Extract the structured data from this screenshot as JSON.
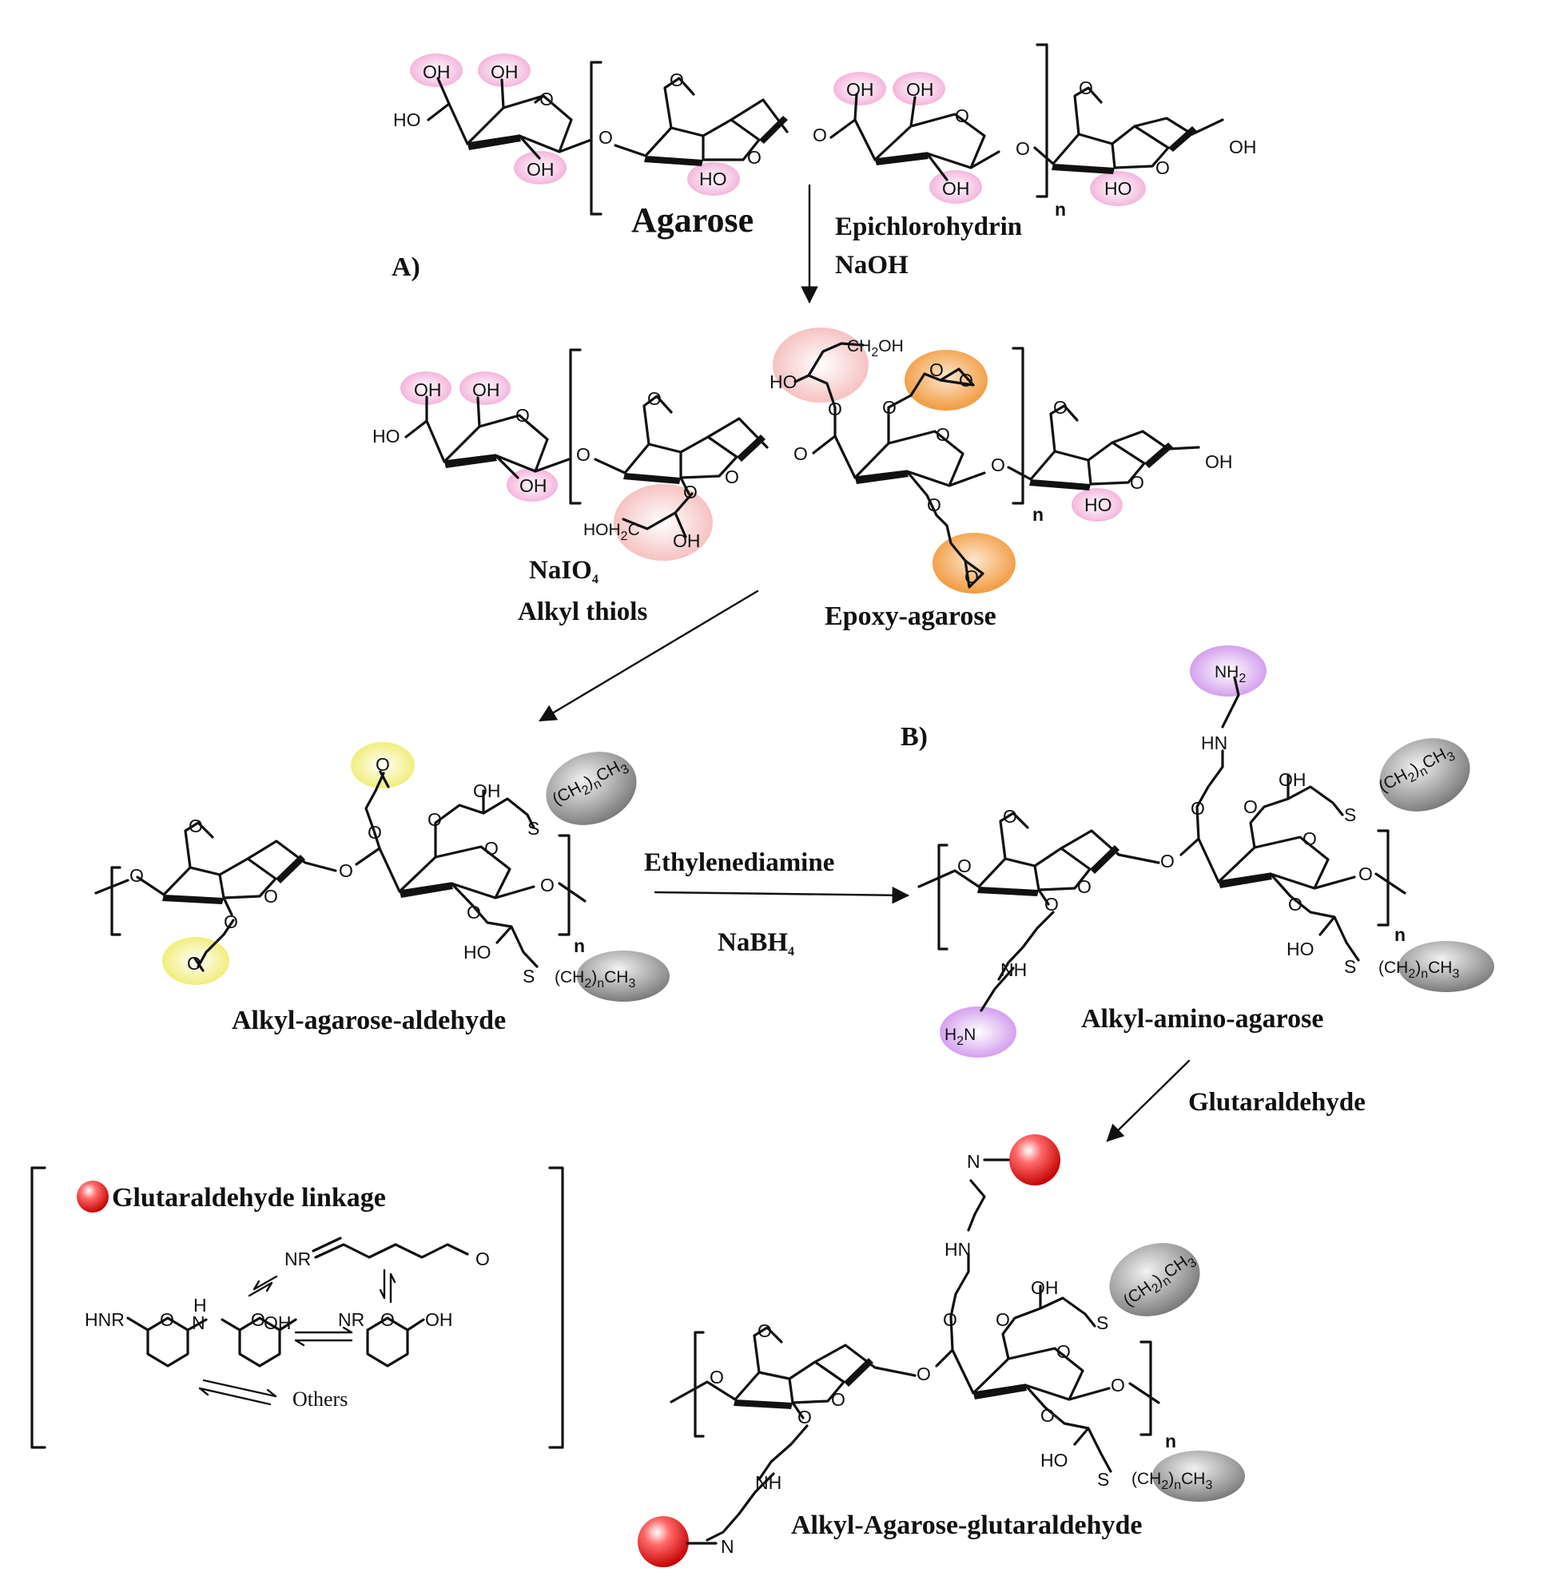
{
  "section_labels": {
    "a": "A)",
    "b": "B)"
  },
  "structures": {
    "agarose": "Agarose",
    "epoxy_agarose": "Epoxy-agarose",
    "alkyl_agarose_aldehyde": "Alkyl-agarose-aldehyde",
    "alkyl_amino_agarose": "Alkyl-amino-agarose",
    "alkyl_agarose_glutaraldehyde": "Alkyl-Agarose-glutaraldehyde"
  },
  "reagents": {
    "step1_line1": "Epichlorohydrin",
    "step1_line2": "NaOH",
    "step2_line1": "NaIO4",
    "step2_line2": "Alkyl thiols",
    "step3_line1": "Ethylenediamine",
    "step3_line2": "NaBH4",
    "step4": "Glutaraldehyde"
  },
  "atoms": {
    "oh": "OH",
    "ho": "HO",
    "o": "O",
    "n": "n",
    "s": "S",
    "nh": "NH",
    "hn": "HN",
    "n_atom": "N",
    "h": "H",
    "nh2": "NH2",
    "h2n": "H2N",
    "ch2oh": "CH2OH",
    "hoh2c": "HOH2C",
    "alkyl": "(CH2)nCH3",
    "nr": "NR",
    "hnr": "HNR"
  },
  "legend": {
    "title": "Glutaraldehyde linkage",
    "others": "Others"
  },
  "highlight_colors": {
    "hydroxyl": "#f4b6dc",
    "diol": "#f7c9c9",
    "epoxide": "#f4a54a",
    "aldehyde": "#f3f08a",
    "amine": "#d9a8f0",
    "alkyl_chain": "#8a8a8a",
    "glutaraldehyde_bead": "#e01010"
  }
}
